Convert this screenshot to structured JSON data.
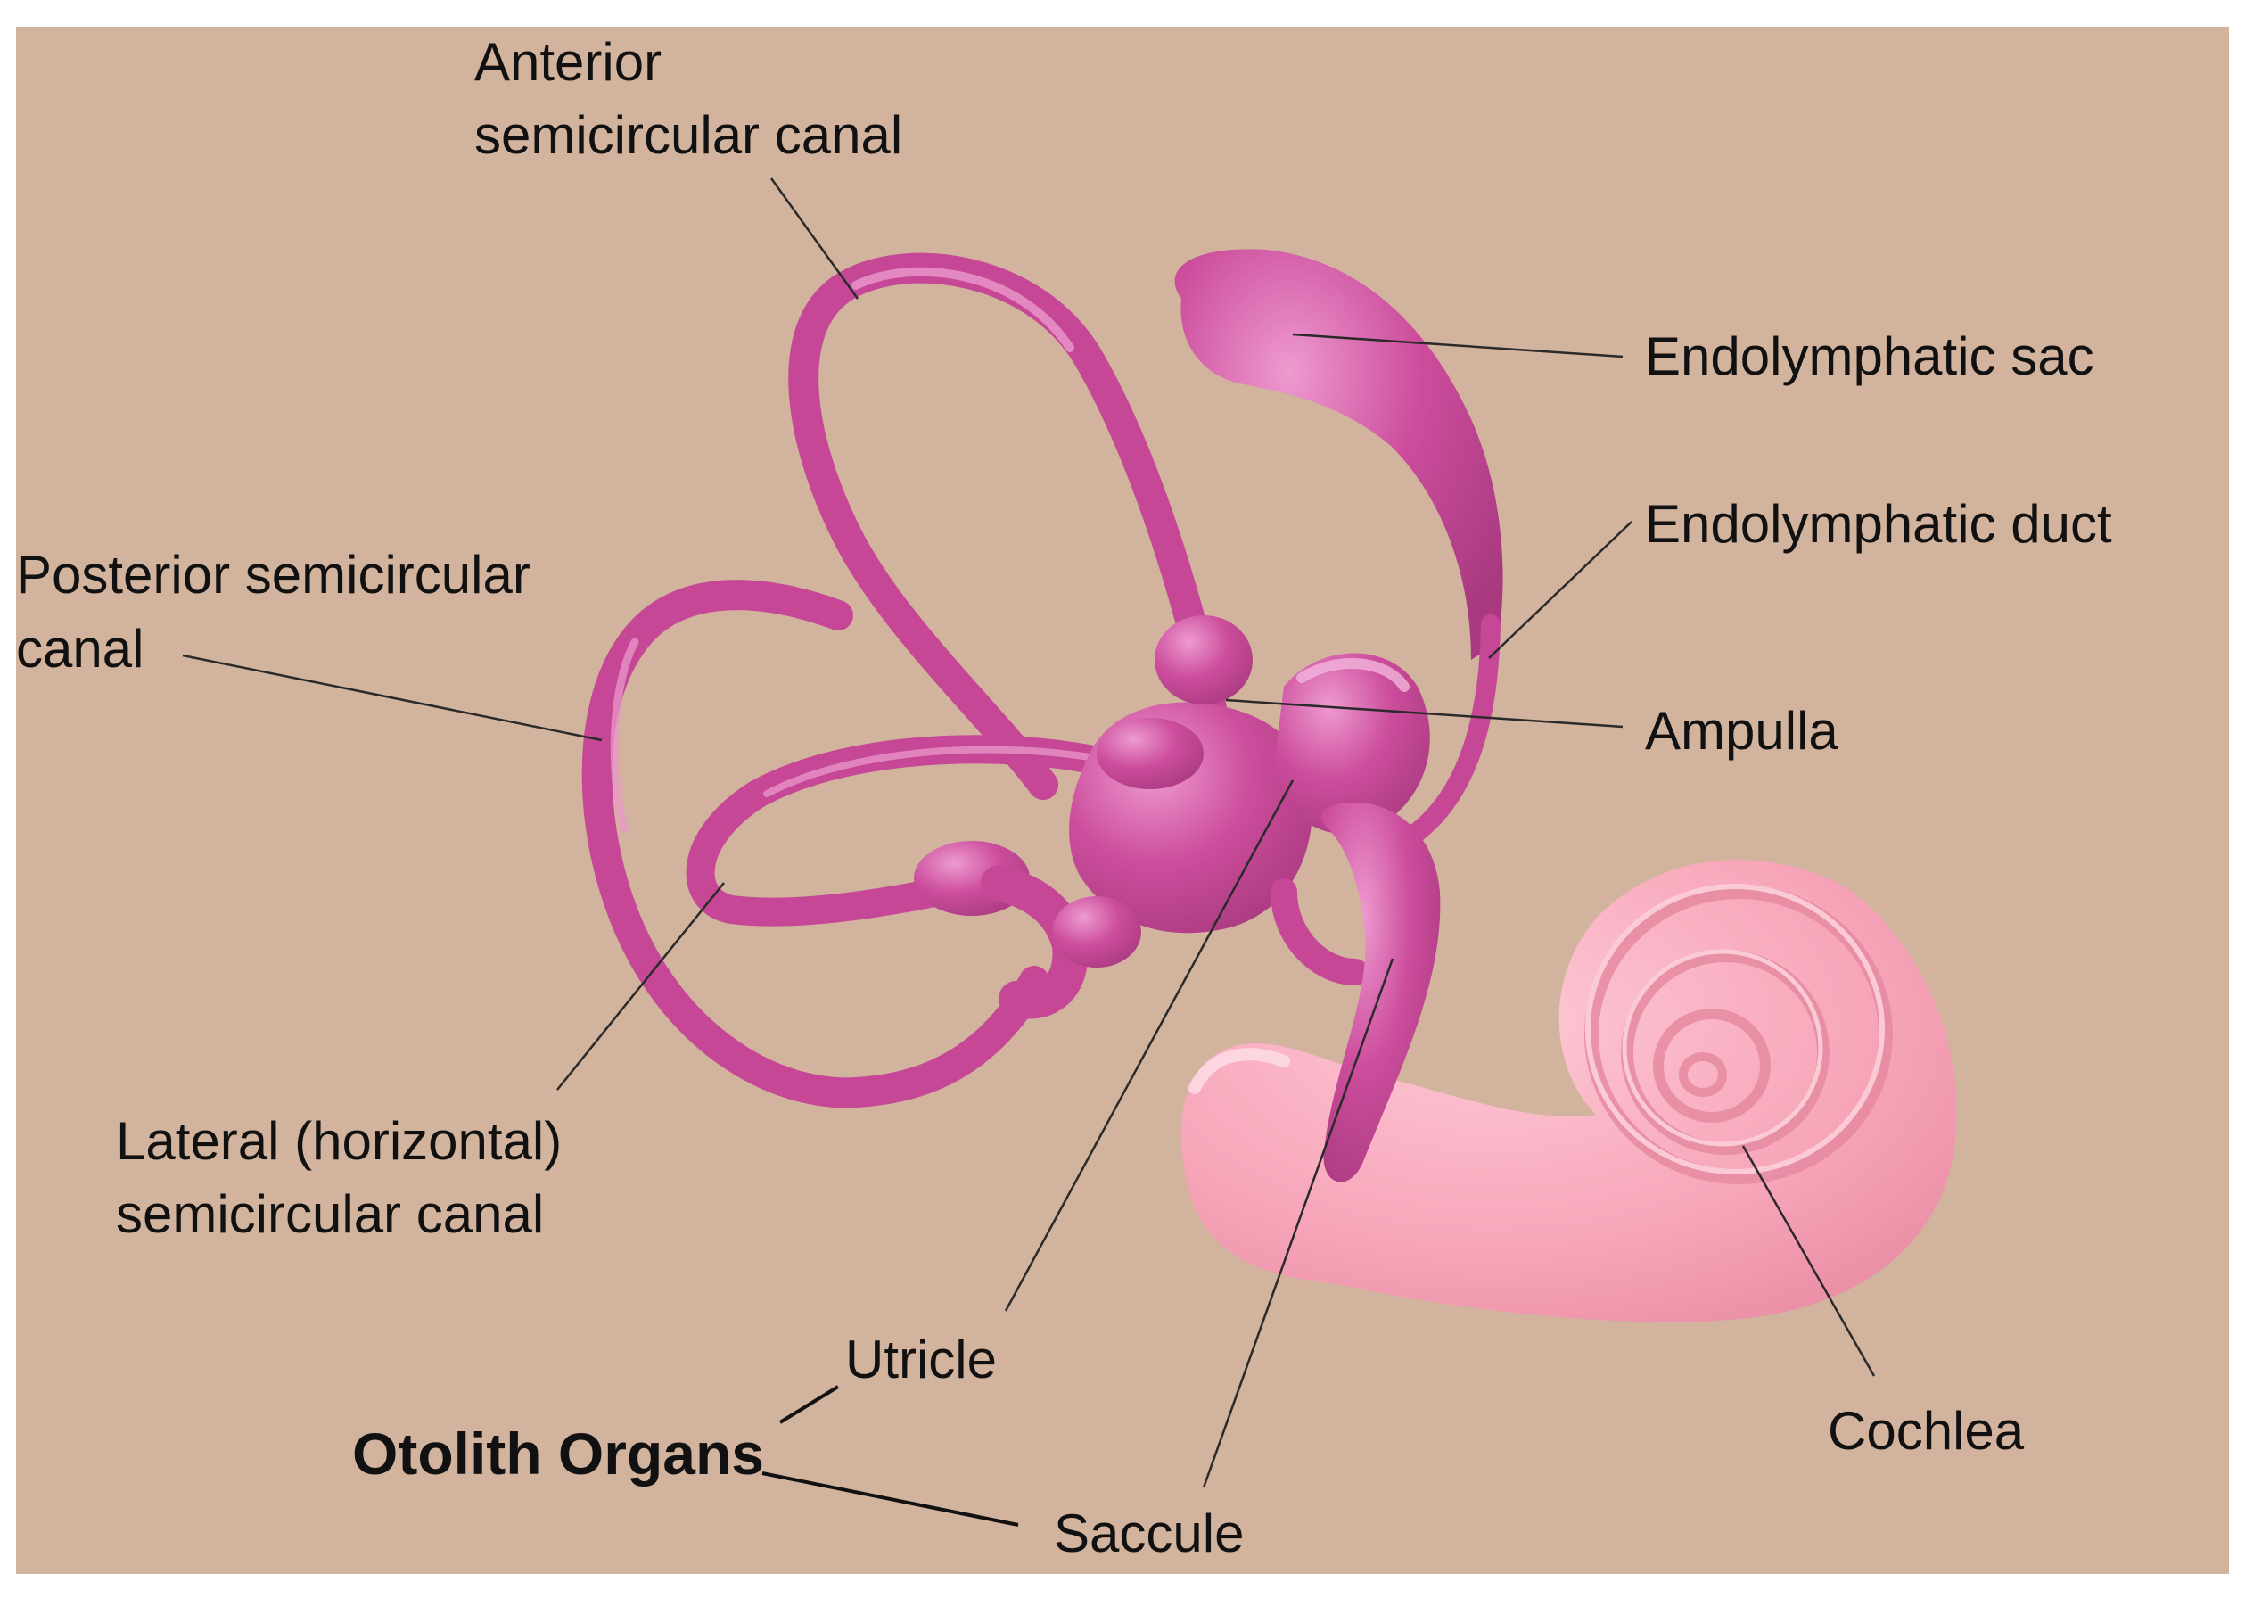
{
  "colors": {
    "background": "#d2b39d",
    "labyrinth": "#cc4d9c",
    "labyrinth_dark": "#a93a80",
    "labyrinth_light": "#e58bc4",
    "cochlea": "#f8a6ba",
    "cochlea_light": "#fcc6d2",
    "cochlea_dark": "#e58aa1",
    "text": "#111111"
  },
  "labels": {
    "anterior_line1": "Anterior",
    "anterior_line2": "semicircular canal",
    "endolymphatic_sac": "Endolymphatic sac",
    "endolymphatic_duct": "Endolymphatic duct",
    "posterior_line1": "Posterior semicircular",
    "posterior_line2": "canal",
    "ampulla": "Ampulla",
    "lateral_line1": "Lateral (horizontal)",
    "lateral_line2": "semicircular canal",
    "utricle": "Utricle",
    "otolith_organs": "Otolith Organs",
    "saccule": "Saccule",
    "cochlea": "Cochlea"
  }
}
